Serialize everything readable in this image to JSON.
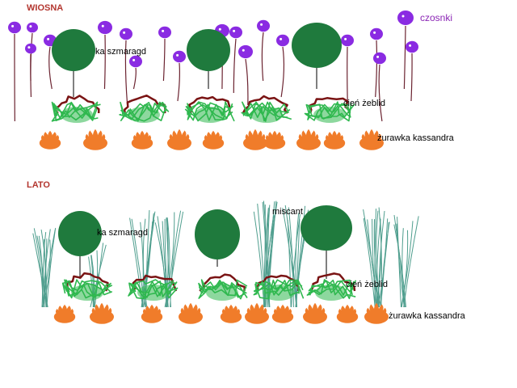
{
  "sections": {
    "spring": "WIOSNA",
    "summer": "LATO"
  },
  "labels": {
    "czosnki": "czosnki",
    "szmaragd_spring": "ka szmaragd",
    "szmaragd_summer": "ka szmaragd",
    "zeblid_spring": "cień żeblid",
    "zeblid_summer": "cień żeblid",
    "kassandra_spring": "żurawka kassandra",
    "kassandra_summer": "żurawka kassandra",
    "miscant": "miscant"
  },
  "colors": {
    "spring_title": "#b3362f",
    "summer_title": "#b3362f",
    "czosnki_label": "#8b26b5",
    "allium": "#8a2be2",
    "allium_stem": "#6b2330",
    "tree": "#1f7a3d",
    "fern_green": "#2fb84f",
    "fern_red": "#7a1414",
    "heuchera": "#f07c2a",
    "grass": "#4f9e8e"
  }
}
